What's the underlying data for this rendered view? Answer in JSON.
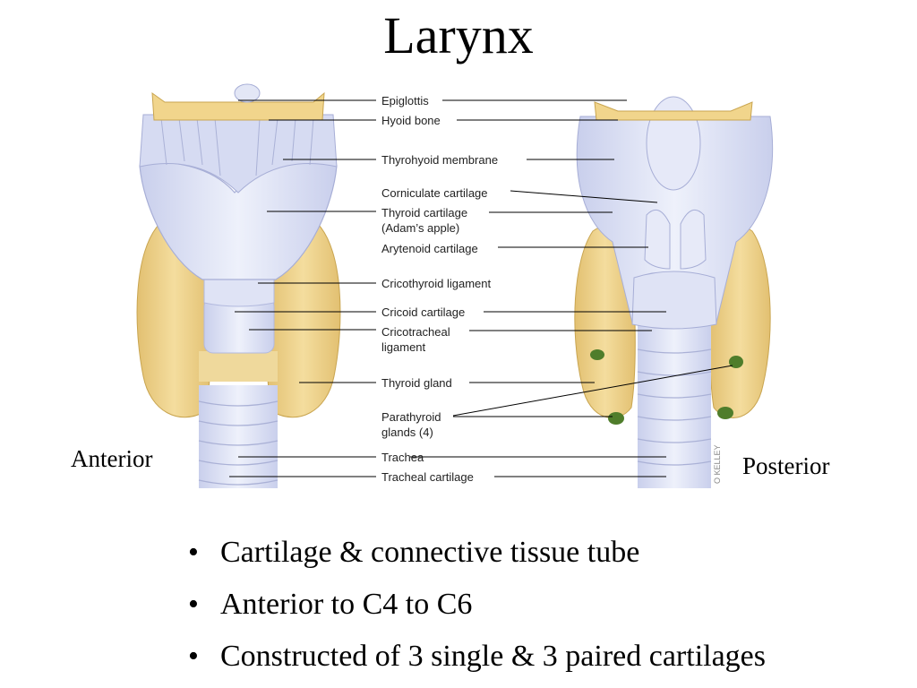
{
  "title": "Larynx",
  "views": {
    "anterior": "Anterior",
    "posterior": "Posterior"
  },
  "labels": {
    "epiglottis": "Epiglottis",
    "hyoid_bone": "Hyoid bone",
    "thyrohyoid_membrane": "Thyrohyoid membrane",
    "corniculate_cartilage": "Corniculate cartilage",
    "thyroid_cartilage_1": "Thyroid cartilage",
    "thyroid_cartilage_2": "(Adam’s apple)",
    "arytenoid_cartilage": "Arytenoid cartilage",
    "cricothyroid_ligament": "Cricothyroid ligament",
    "cricoid_cartilage": "Cricoid cartilage",
    "cricotracheal_ligament_1": "Cricotracheal",
    "cricotracheal_ligament_2": "ligament",
    "thyroid_gland": "Thyroid gland",
    "parathyroid_glands_1": "Parathyroid",
    "parathyroid_glands_2": "glands (4)",
    "trachea": "Trachea",
    "tracheal_cartilage": "Tracheal cartilage"
  },
  "signature": "O KELLEY",
  "bullets": [
    "Cartilage & connective tissue tube",
    "Anterior to C4 to C6",
    "Constructed of 3 single & 3 paired cartilages"
  ],
  "colors": {
    "cartilage": "#dde2f4",
    "gland": "#ecd28e",
    "parathyroid": "#4f7d2b",
    "hyoid": "#f1d58c"
  }
}
